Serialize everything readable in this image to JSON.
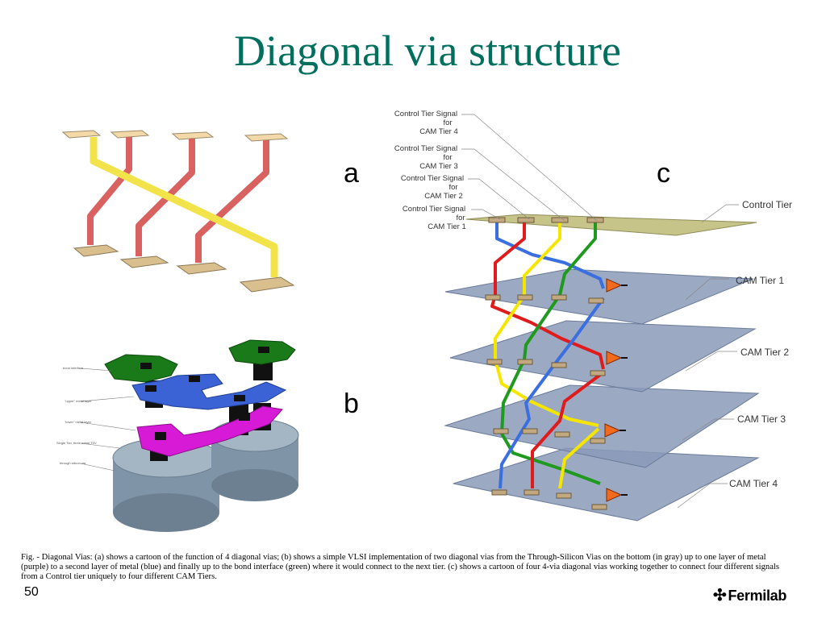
{
  "title": "Diagonal via structure",
  "panels": {
    "a": "a",
    "b": "b",
    "c": "c"
  },
  "panel_b_labels": [
    "bond interface",
    "\"upper\" metal layer",
    "\"lower\" metal layer",
    "Single Tier, three metal TSV",
    "through silicon via"
  ],
  "panel_c": {
    "signal_labels": [
      {
        "l1": "Control Tier Signal",
        "l2": "for",
        "l3": "CAM Tier 4"
      },
      {
        "l1": "Control Tier Signal",
        "l2": "for",
        "l3": "CAM Tier 3"
      },
      {
        "l1": "Control Tier Signal",
        "l2": "for",
        "l3": "CAM Tier 2"
      },
      {
        "l1": "Control Tier Signal",
        "l2": "for",
        "l3": "CAM Tier 1"
      }
    ],
    "tiers": [
      "Control Tier",
      "CAM Tier 1",
      "CAM Tier 2",
      "CAM Tier 3",
      "CAM Tier 4"
    ]
  },
  "colors": {
    "title": "#006f5e",
    "red": "#e01b1b",
    "yellow": "#f5e600",
    "green": "#1f9a1f",
    "blue": "#3b6fe0",
    "purple": "#d61ad6",
    "bond_green": "#1a7a1a",
    "tsv_gray": "#7f94a6"
  },
  "caption": "Fig.   - Diagonal Vias: (a) shows a cartoon of the function of 4 diagonal vias; (b) shows a simple VLSI implementation of two diagonal vias from the Through-Silicon Vias on the bottom (in gray) up to one layer of metal (purple) to a second layer of metal (blue) and finally up to the bond interface (green) where it would connect to the next tier.  (c) shows a cartoon of four 4-via diagonal vias working together to connect four different signals from a Control tier uniquely to four different CAM Tiers.",
  "page_number": "50",
  "logo_text": "Fermilab",
  "logo_icon": "fermilab-logo-icon"
}
